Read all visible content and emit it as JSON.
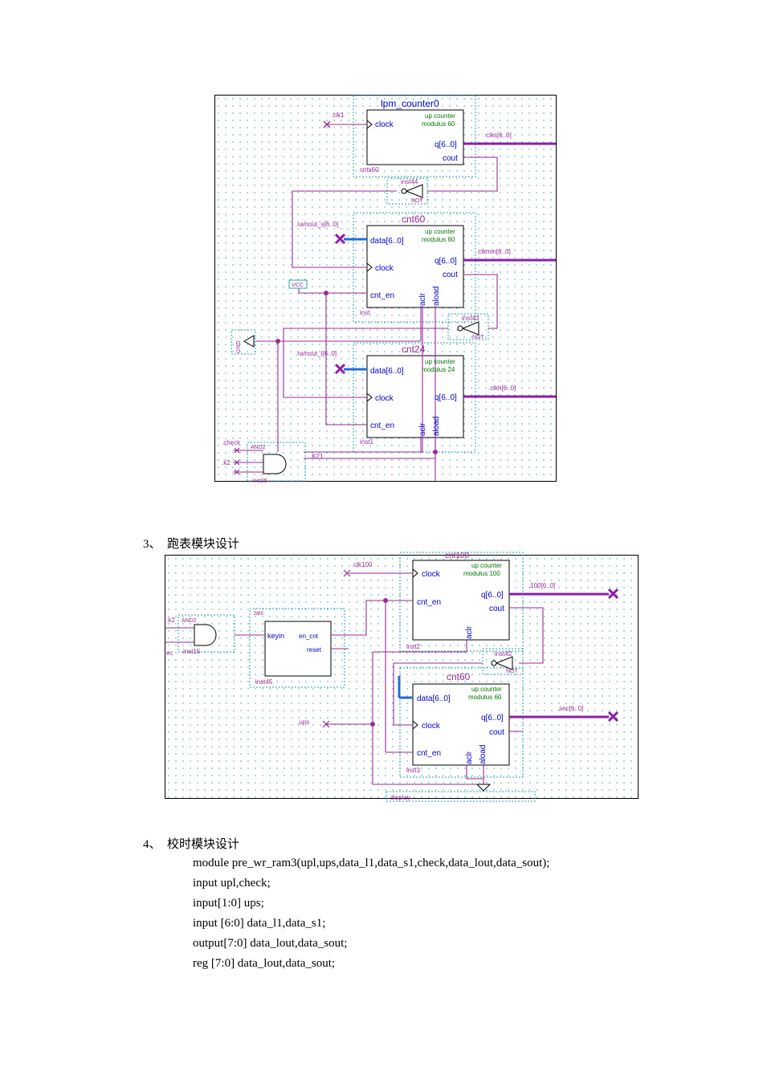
{
  "figure1": {
    "blocks": {
      "counter0": {
        "title": "lpm_counter0",
        "label1": "up counter",
        "label2": "modulus 60",
        "clock": "clock",
        "q": "q[6..0]",
        "cout": "cout",
        "inst": "cnts60"
      },
      "cnt60": {
        "title": "cnt60",
        "label1": "up counter",
        "label2": "modulus 60",
        "data": "data[6..0]",
        "clock": "clock",
        "cnt_en": "cnt_en",
        "q": "q[6..0]",
        "cout": "cout",
        "aclr": "aclr",
        "aload": "aload",
        "inst": "inst"
      },
      "cnt24": {
        "title": "cnt24",
        "label1": "up counter",
        "label2": "modulus 24",
        "data": "data[6..0]",
        "clock": "clock",
        "cnt_en": "cnt_en",
        "q": "q[6..0]",
        "aclr": "aclr",
        "aload": "aload",
        "inst": "inst1"
      }
    },
    "nets": {
      "clk1": ".clk1",
      "clks": ".clks[6..0]",
      "ramout_s": ".ramout_s[6..0]",
      "clkmin": ".clkmin[6..0]",
      "ramout_l": ".ramout_l[6..0]",
      "clkh": ".clkh[6..0]",
      "check": ".check",
      "k2": ".k2",
      "k21": ".K21"
    },
    "gates": {
      "not1": {
        "inst": "inst44",
        "type": "NOT"
      },
      "not2": {
        "inst": "inst43",
        "type": "NOT"
      },
      "and": {
        "type": "AND2",
        "inst": "inst25"
      },
      "vcc": "VCC",
      "gnd": "GND"
    }
  },
  "section3_heading": "3、  跑表模块设计",
  "figure2": {
    "blocks": {
      "cnt100": {
        "title": "cnt100",
        "label1": "up counter",
        "label2": "modulus 100",
        "clock": "clock",
        "cnt_en": "cnt_en",
        "q": "q[6..0]",
        "cout": "cout",
        "aclr": "aclr",
        "inst": "inst2"
      },
      "sec": {
        "title": "sec",
        "keyin": "keyin",
        "en_cnt": "en_cnt",
        "reset": "reset",
        "inst": "inst45"
      },
      "cnt60": {
        "title": "cnt60",
        "label1": "up counter",
        "label2": "modulus 60",
        "data": "data[6..0]",
        "clock": "clock",
        "cnt_en": "cnt_en",
        "q": "q[6..0]",
        "cout": "cout",
        "aclr": "aclr",
        "aload": "aload",
        "inst": "inst3"
      }
    },
    "nets": {
      "clk100": ".clk100",
      "n100": ".100[6..0]",
      "k2": ".k2",
      "ec": "ec",
      "ups": ".ups",
      "sec": ".sec[6..0]",
      "display": "display"
    },
    "gates": {
      "and": {
        "type": "AND2",
        "inst": "inst15"
      },
      "not": {
        "inst": "inst42",
        "type": "NOT"
      }
    }
  },
  "section4_heading": "4、  校时模块设计",
  "code_lines": [
    "module pre_wr_ram3(upl,ups,data_l1,data_s1,check,data_lout,data_sout);",
    "input upl,check;",
    "input[1:0] ups;",
    "input [6:0] data_l1,data_s1;",
    "output[7:0] data_lout,data_sout;",
    "reg [7:0] data_lout,data_sout;"
  ],
  "colors": {
    "wire": "#9a2a9a",
    "bus": "#8a1fa8",
    "block_text": "#0000cc",
    "label_green": "#007700",
    "dots": "#2aa0a8",
    "accent_blue": "#1e6ed8"
  }
}
